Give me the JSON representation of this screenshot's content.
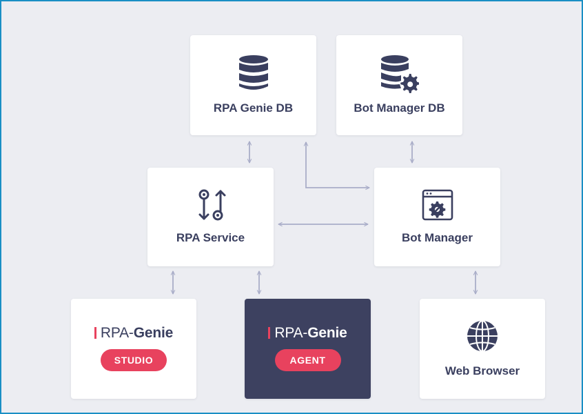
{
  "nodes": {
    "rpa_genie_db": {
      "label": "RPA Genie DB",
      "icon": "database-icon"
    },
    "bot_manager_db": {
      "label": "Bot Manager DB",
      "icon": "database-gear-icon"
    },
    "rpa_service": {
      "label": "RPA Service",
      "icon": "service-flow-icon"
    },
    "bot_manager": {
      "label": "Bot Manager",
      "icon": "settings-window-icon"
    },
    "studio": {
      "brand_prefix": "RPA-",
      "brand_name": "Genie",
      "badge": "STUDIO"
    },
    "agent": {
      "brand_prefix": "RPA-",
      "brand_name": "Genie",
      "badge": "AGENT"
    },
    "web_browser": {
      "label": "Web Browser",
      "icon": "globe-icon"
    }
  },
  "colors": {
    "frame_border": "#1a8fc4",
    "background": "#ecedf2",
    "card": "#ffffff",
    "dark_card": "#3d4160",
    "text": "#3a3f5f",
    "accent": "#e8425e",
    "connector": "#a9adc8"
  }
}
